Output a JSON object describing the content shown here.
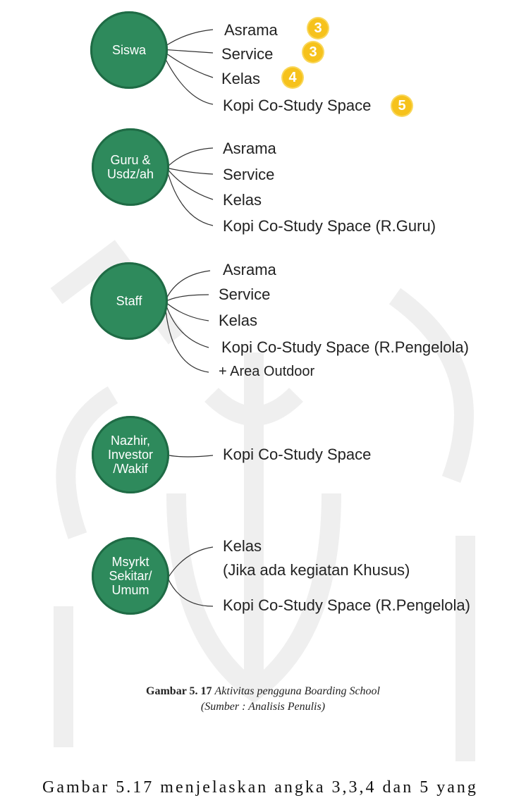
{
  "groups": [
    {
      "node": "Siswa",
      "items": [
        {
          "label": "Asrama",
          "badge": "3"
        },
        {
          "label": "Service",
          "badge": "3"
        },
        {
          "label": "Kelas",
          "badge": "4"
        },
        {
          "label": "Kopi Co-Study Space",
          "badge": "5"
        }
      ]
    },
    {
      "node": "Guru &\nUsdz/ah",
      "items": [
        {
          "label": "Asrama"
        },
        {
          "label": "Service"
        },
        {
          "label": "Kelas"
        },
        {
          "label": "Kopi Co-Study Space (R.Guru)"
        }
      ]
    },
    {
      "node": "Staff",
      "items": [
        {
          "label": "Asrama"
        },
        {
          "label": "Service"
        },
        {
          "label": "Kelas"
        },
        {
          "label": "Kopi Co-Study Space (R.Pengelola)"
        },
        {
          "label": "+ Area Outdoor"
        }
      ]
    },
    {
      "node": "Nazhir,\nInvestor\n/Wakif",
      "items": [
        {
          "label": "Kopi Co-Study Space"
        }
      ]
    },
    {
      "node": "Msyrkt\nSekitar/\nUmum",
      "items": [
        {
          "label": "Kelas"
        },
        {
          "label": "(Jika ada kegiatan Khusus)"
        },
        {
          "label": "Kopi Co-Study Space (R.Pengelola)"
        }
      ]
    }
  ],
  "caption": {
    "number": "Gambar 5. 17",
    "title": "Aktivitas pengguna Boarding School",
    "source": "(Sumber : Analisis Penulis)"
  },
  "body_text": "Gambar 5.17 menjelaskan angka 3,3,4 dan 5 yang",
  "colors": {
    "node_fill": "#2e8a5c",
    "badge_fill": "#f6c21c",
    "watermark": "#eeeeee"
  }
}
